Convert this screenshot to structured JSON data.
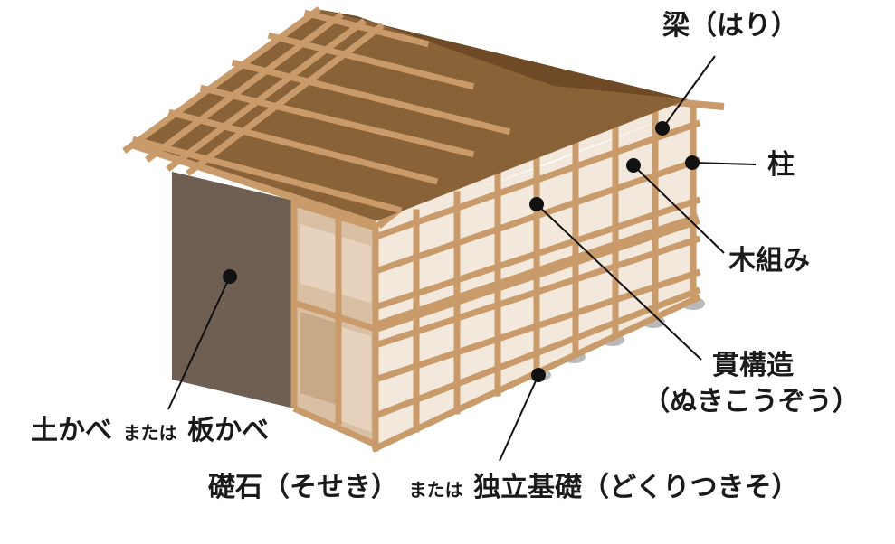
{
  "labels": {
    "beam": "梁（はり）",
    "pillar": "柱",
    "framework": "木組み",
    "nuki_line1": "貫構造",
    "nuki_line2": "（ぬきこうぞう）",
    "wall_a": "土かべ",
    "wall_or": "または",
    "wall_b": "板かべ",
    "foundation_a": "礎石（そせき）",
    "foundation_or": "または",
    "foundation_b": "独立基礎（どくりつきそ）"
  },
  "colors": {
    "timber": "#c99a6a",
    "timber_dark": "#a8784a",
    "roof": "#8a6238",
    "roof_dark": "#6e4a26",
    "infill": "#f3e8dc",
    "infill_shade": "#e3cdb5",
    "earth_wall": "#6f5e52",
    "stone": "#b9b9b9",
    "callout": "#111111"
  }
}
